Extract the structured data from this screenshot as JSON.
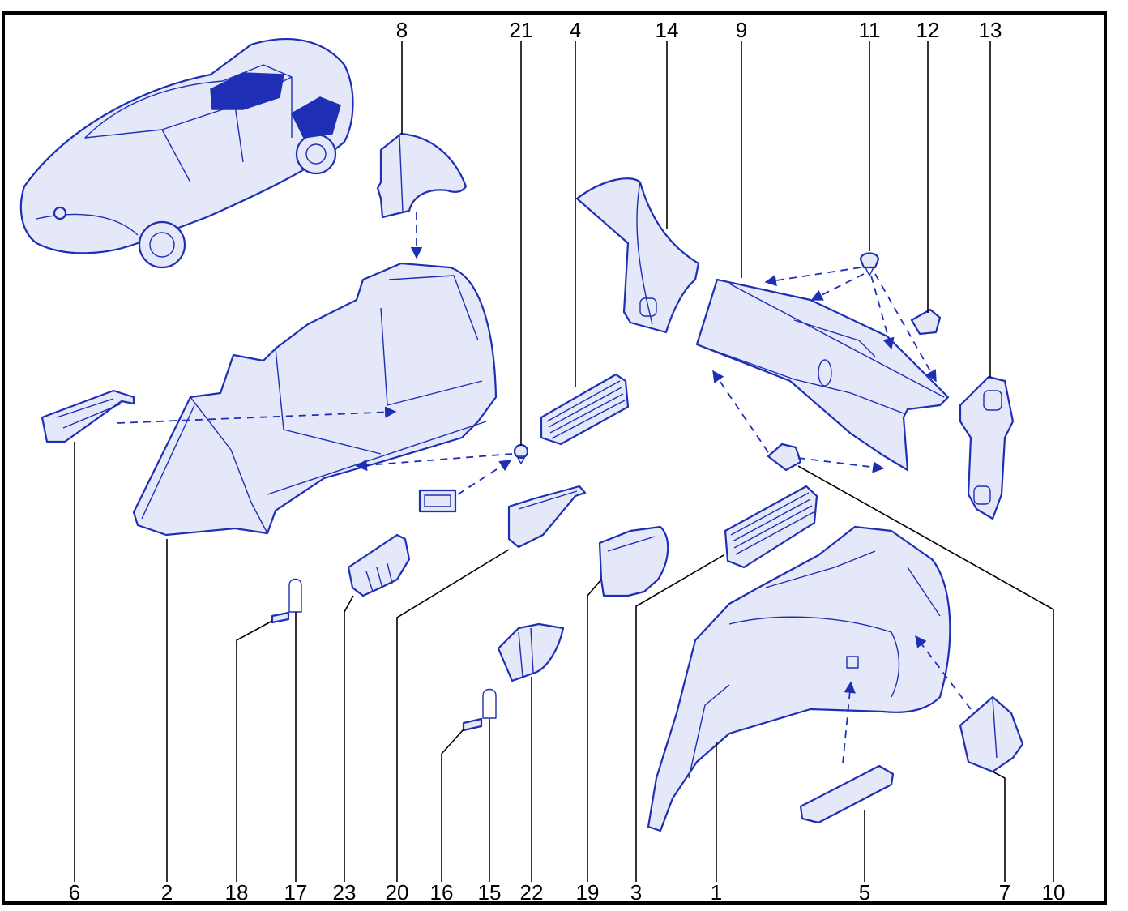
{
  "diagram": {
    "colors": {
      "line": "#1e2fb5",
      "fill": "#e4e8f8",
      "frame": "#000000"
    },
    "top_callouts": [
      "8",
      "21",
      "4",
      "14",
      "9",
      "11",
      "12",
      "13"
    ],
    "bottom_callouts": [
      "6",
      "2",
      "18",
      "17",
      "23",
      "20",
      "16",
      "15",
      "22",
      "19",
      "3",
      "1",
      "5",
      "7",
      "10"
    ]
  }
}
